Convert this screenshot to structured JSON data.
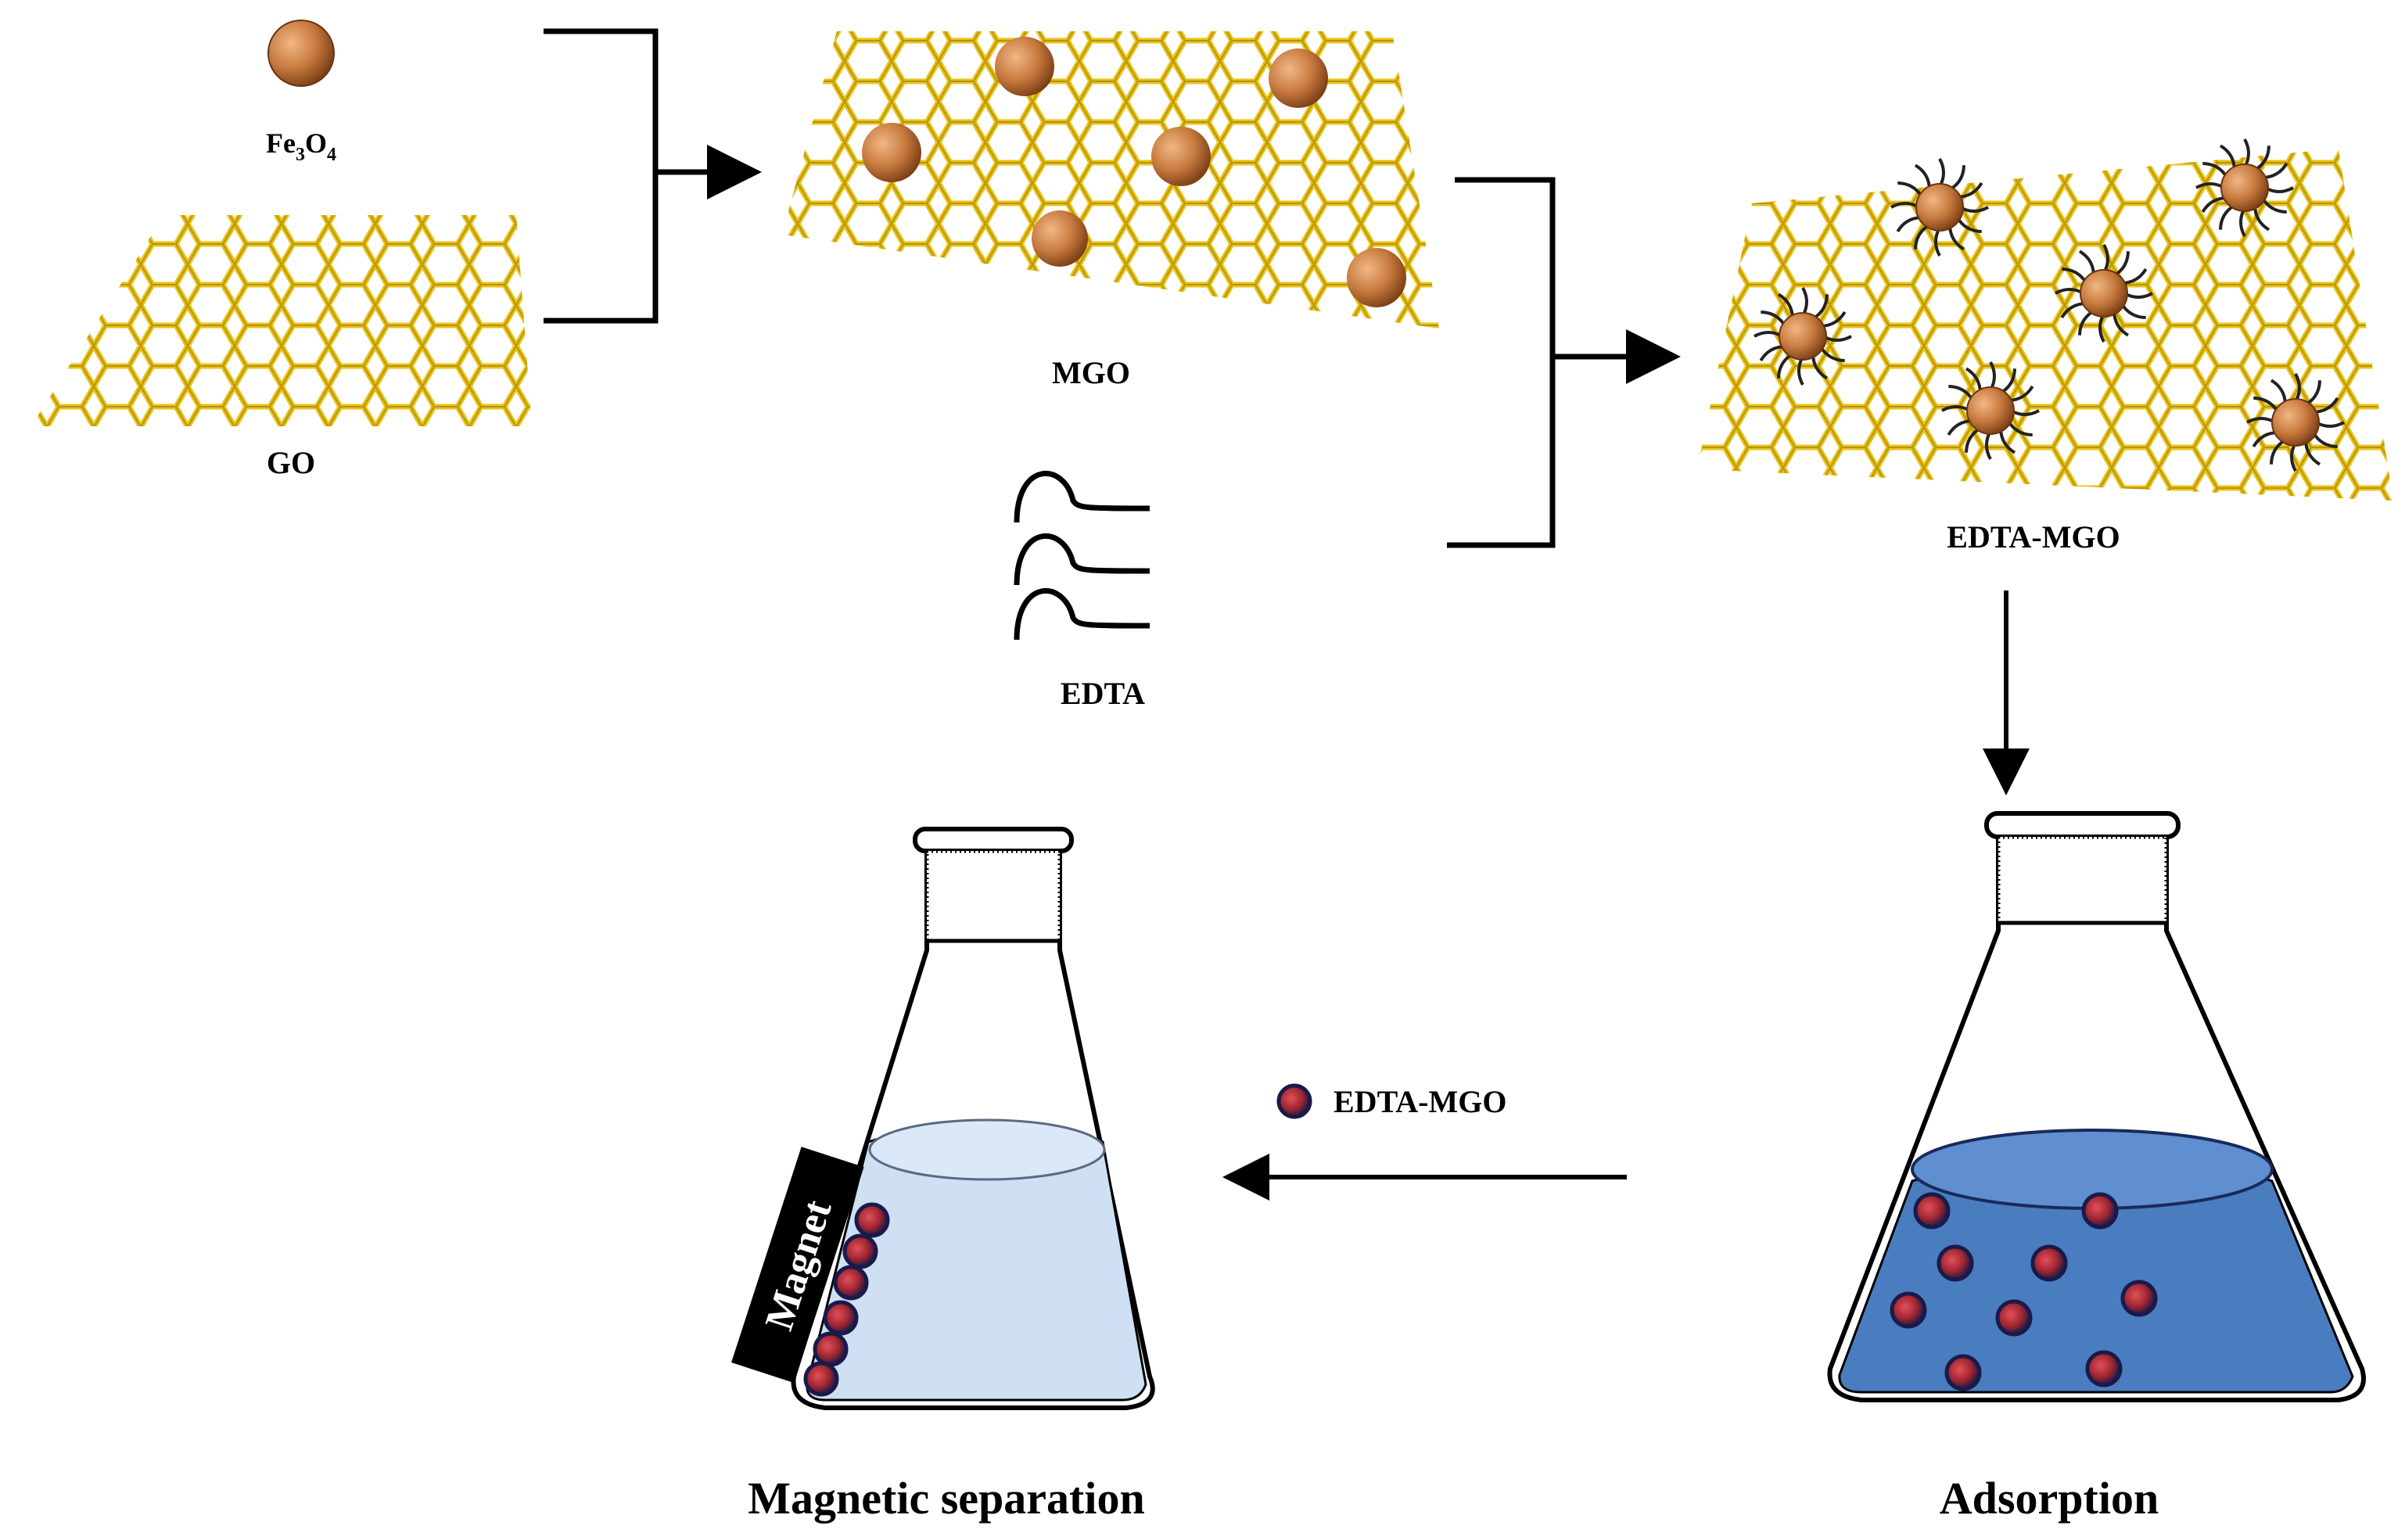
{
  "labels": {
    "fe3o4": "Fe",
    "fe3o4_sub1": "3",
    "fe3o4_o": "O",
    "fe3o4_sub2": "4",
    "go": "GO",
    "mgo": "MGO",
    "edta": "EDTA",
    "edta_mgo": "EDTA-MGO",
    "legend_edta_mgo": "EDTA-MGO",
    "magnet": "Magnet",
    "magnetic_separation": "Magnetic separation",
    "adsorption": "Adsorption"
  },
  "colors": {
    "graphene": "#e8c21a",
    "graphene_shadow": "#b8940a",
    "particle": "#c77a3e",
    "particle_dark": "#8a4a1c",
    "particle_adsorbed": "#b0303a",
    "particle_ring": "#1a1a4a",
    "liquid_light": "#cfe0f4",
    "liquid_dark": "#4a7cc0",
    "magnet": "#000000"
  },
  "icons": {
    "fe3o4_particle": "sphere-icon",
    "edta_molecule": "wavy-line-icon",
    "flask": "erlenmeyer-flask-icon",
    "magnet": "magnet-block-icon"
  }
}
